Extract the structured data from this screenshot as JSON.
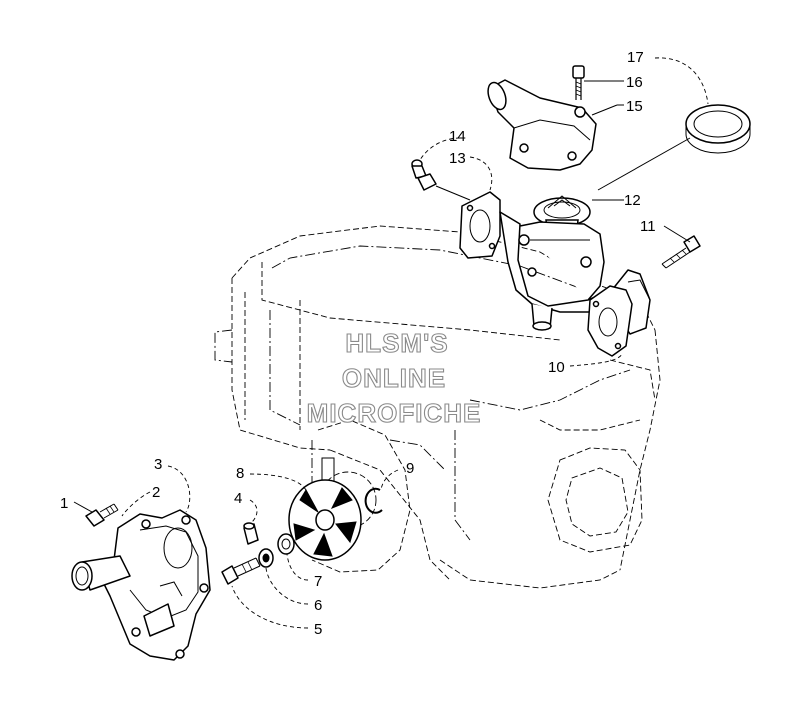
{
  "diagram": {
    "watermark": [
      "HLSM'S",
      "ONLINE",
      "MICROFICHE"
    ],
    "callouts": [
      "1",
      "2",
      "3",
      "4",
      "5",
      "6",
      "7",
      "8",
      "9",
      "10",
      "11",
      "12",
      "13",
      "14",
      "15",
      "16",
      "17"
    ]
  }
}
